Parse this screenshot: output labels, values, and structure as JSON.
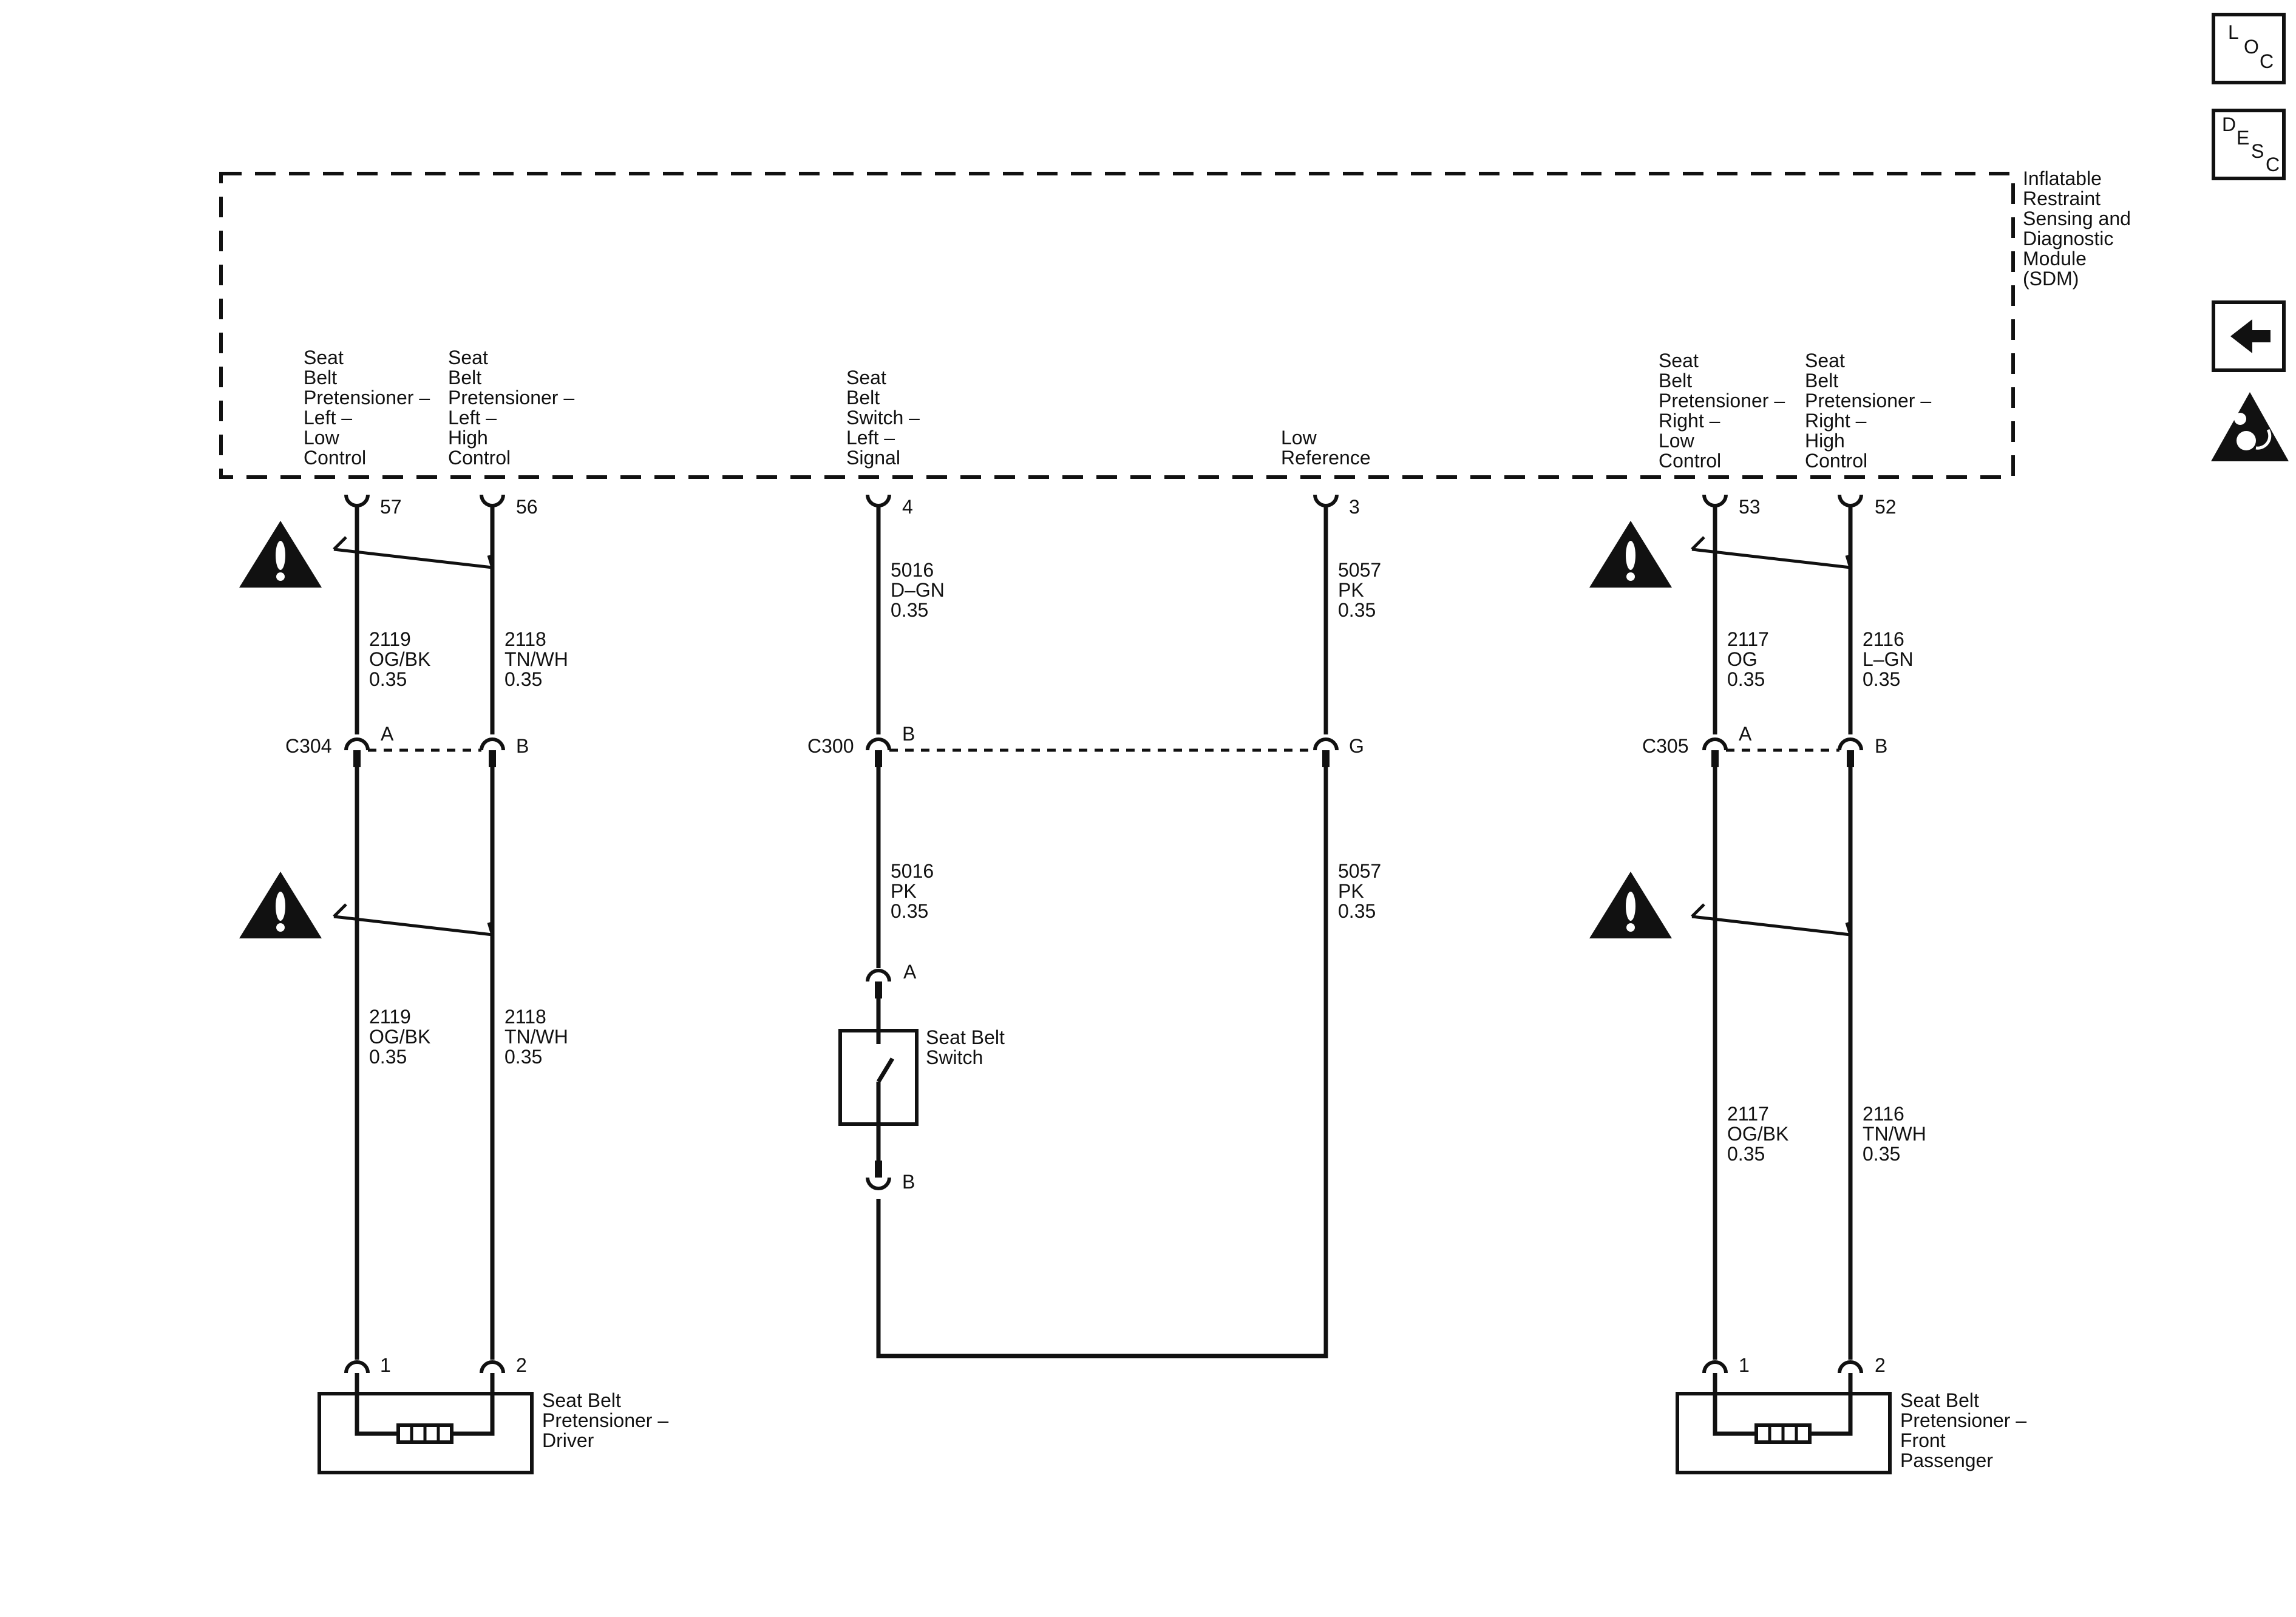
{
  "module": {
    "name_lines": [
      "Inflatable",
      "Restraint",
      "Sensing and",
      "Diagnostic",
      "Module",
      "(SDM)"
    ],
    "terminals": [
      {
        "id": "57",
        "label_lines": [
          "Seat",
          "Belt",
          "Pretensioner –",
          "Left –",
          "Low",
          "Control"
        ]
      },
      {
        "id": "56",
        "label_lines": [
          "Seat",
          "Belt",
          "Pretensioner –",
          "Left –",
          "High",
          "Control"
        ]
      },
      {
        "id": "4",
        "label_lines": [
          "Seat",
          "Belt",
          "Switch –",
          "Left –",
          "Signal"
        ]
      },
      {
        "id": "3",
        "label_lines": [
          "Low",
          "Reference"
        ]
      },
      {
        "id": "53",
        "label_lines": [
          "Seat",
          "Belt",
          "Pretensioner –",
          "Right –",
          "Low",
          "Control"
        ]
      },
      {
        "id": "52",
        "label_lines": [
          "Seat",
          "Belt",
          "Pretensioner –",
          "Right –",
          "High",
          "Control"
        ]
      }
    ]
  },
  "wires_upper": [
    [
      "2119",
      "OG/BK",
      "0.35"
    ],
    [
      "2118",
      "TN/WH",
      "0.35"
    ],
    [
      "5016",
      "D–GN",
      "0.35"
    ],
    [
      "5057",
      "PK",
      "0.35"
    ],
    [
      "2117",
      "OG",
      "0.35"
    ],
    [
      "2116",
      "L–GN",
      "0.35"
    ]
  ],
  "wires_lower": [
    [
      "2119",
      "OG/BK",
      "0.35"
    ],
    [
      "2118",
      "TN/WH",
      "0.35"
    ],
    [
      "5016",
      "PK",
      "0.35"
    ],
    [
      "5057",
      "PK",
      "0.35"
    ],
    [
      "2117",
      "OG/BK",
      "0.35"
    ],
    [
      "2116",
      "TN/WH",
      "0.35"
    ]
  ],
  "connectors": {
    "c304": {
      "name": "C304",
      "pin_a": "A",
      "pin_b": "B"
    },
    "c300": {
      "name": "C300",
      "pin_a": "B",
      "pin_b": "G"
    },
    "c305": {
      "name": "C305",
      "pin_a": "A",
      "pin_b": "B"
    }
  },
  "switch": {
    "label_lines": [
      "Seat Belt",
      "Switch"
    ],
    "pin_top": "A",
    "pin_bottom": "B"
  },
  "driver_pretensioner": {
    "label_lines": [
      "Seat Belt",
      "Pretensioner –",
      "Driver"
    ],
    "pin_1": "1",
    "pin_2": "2"
  },
  "passenger_pretensioner": {
    "label_lines": [
      "Seat Belt",
      "Pretensioner –",
      "Front",
      "Passenger"
    ],
    "pin_1": "1",
    "pin_2": "2"
  },
  "nav": {
    "loc": [
      "L",
      "O",
      "C"
    ],
    "desc": [
      "D",
      "E",
      "S",
      "C"
    ]
  }
}
